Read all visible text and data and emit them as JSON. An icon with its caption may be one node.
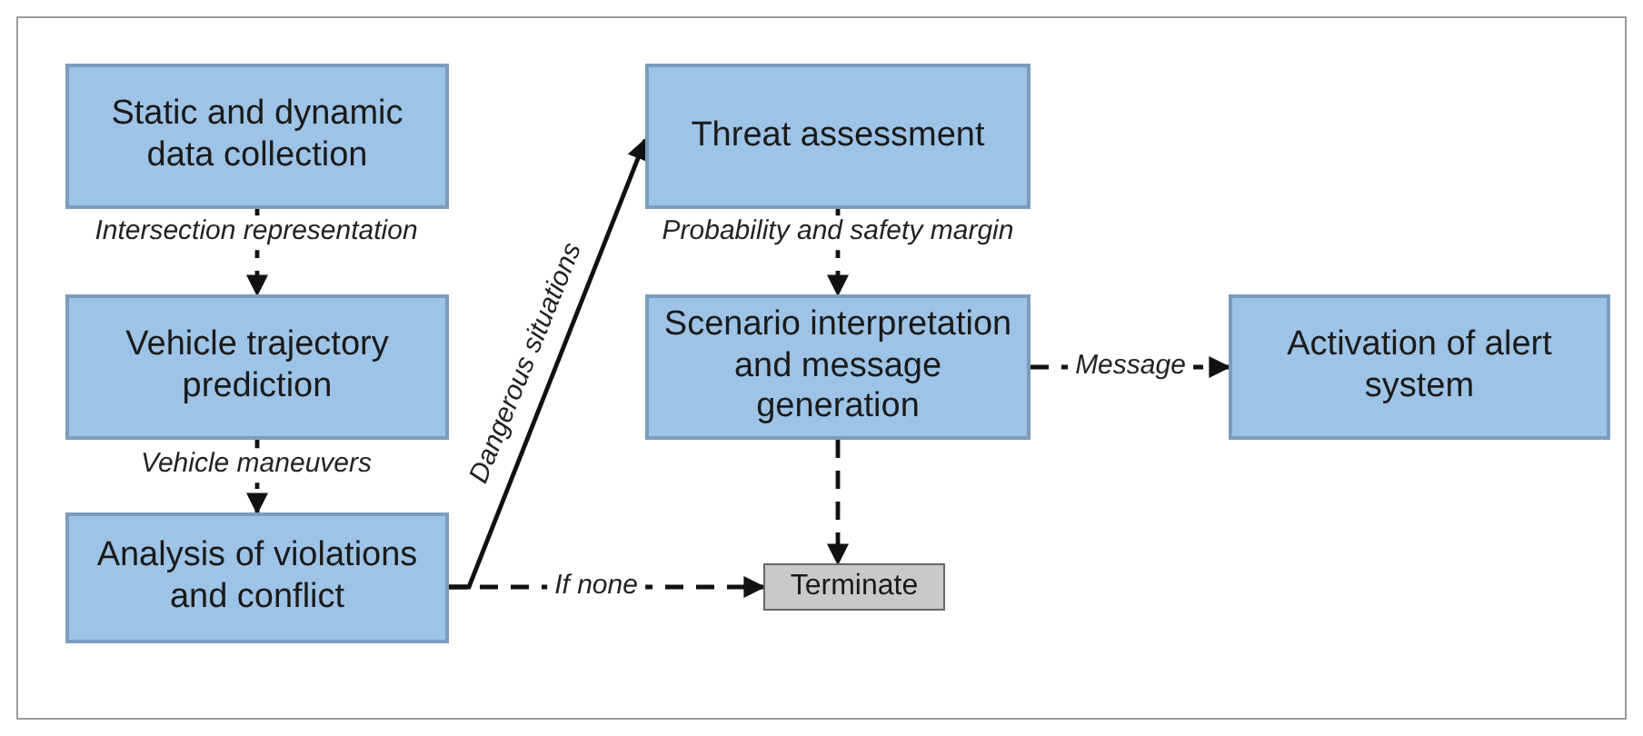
{
  "diagram": {
    "nodes": [
      {
        "text": [
          "Static and dynamic data collection"
        ]
      },
      {
        "text": [
          "Vehicle trajectory prediction"
        ]
      },
      {
        "text": [
          "Analysis of violations and conflict"
        ]
      },
      {
        "text": [
          "Threat assessment"
        ]
      },
      {
        "text": [
          "Scenario interpretation and message generation"
        ]
      },
      {
        "text": [
          "Activation of alert system"
        ]
      },
      {
        "text": [
          "Terminate"
        ]
      }
    ],
    "edges": [
      {
        "from": 0,
        "to": 1,
        "arrow": "to",
        "label": "Intersection representation",
        "style": "dashed"
      },
      {
        "from": 1,
        "to": 2,
        "arrow": "to",
        "label": "Vehicle maneuvers",
        "style": "dashed"
      },
      {
        "from": 2,
        "to": 3,
        "arrow": "to",
        "label": "Dangerous situations"
      },
      {
        "from": 3,
        "to": 4,
        "arrow": "to",
        "label": "Probability and safety margin",
        "style": "dashed"
      },
      {
        "from": 4,
        "to": 5,
        "arrow": "to",
        "label": "Message",
        "style": "dashed"
      },
      {
        "from": 4,
        "to": 6,
        "arrow": "to",
        "style": "dashed"
      },
      {
        "from": 2,
        "to": 6,
        "arrow": "to",
        "label": "If none",
        "style": "dashed"
      }
    ]
  }
}
